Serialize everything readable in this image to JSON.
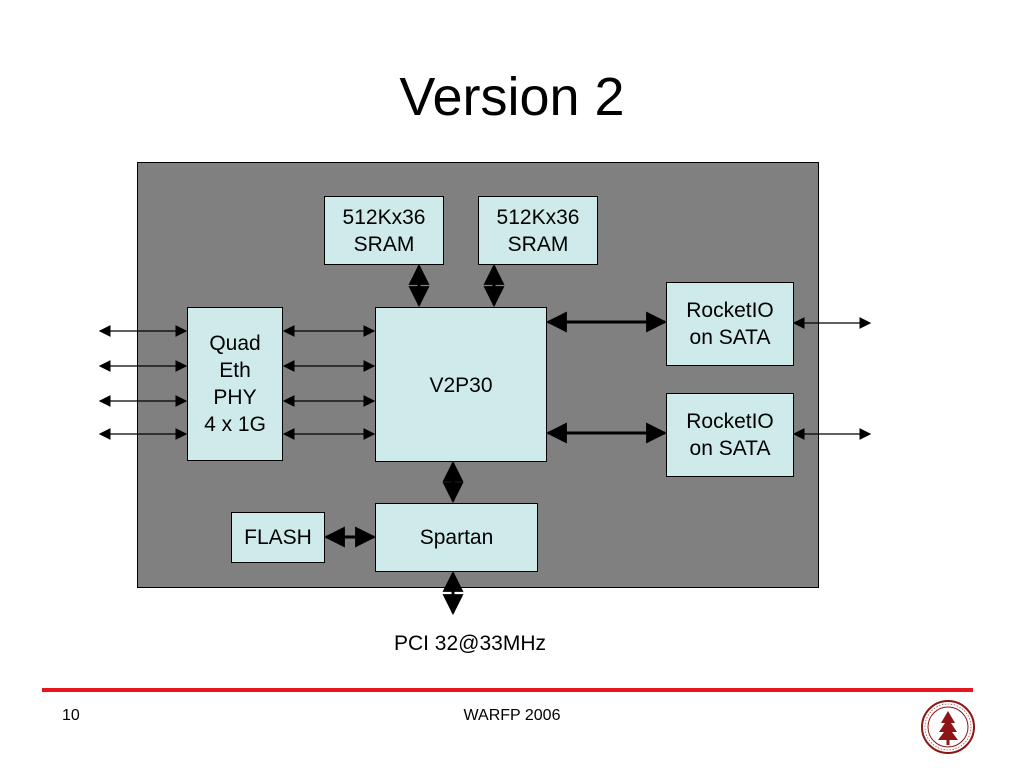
{
  "slide": {
    "title": "Version 2",
    "page_number": "10",
    "footer": "WARFP 2006"
  },
  "diagram": {
    "sram_1": [
      "512Kx36",
      "SRAM"
    ],
    "sram_2": [
      "512Kx36",
      "SRAM"
    ],
    "quad_eth_phy": [
      "Quad",
      "Eth",
      "PHY",
      "4 x 1G"
    ],
    "fpga": "V2P30",
    "rocketio_1": [
      "RocketIO",
      "on SATA"
    ],
    "rocketio_2": [
      "RocketIO",
      "on SATA"
    ],
    "flash": "FLASH",
    "spartan": "Spartan",
    "pci_label": "PCI 32@33MHz"
  },
  "logo": {
    "name": "stanford-seal-icon",
    "color": "#8c1515"
  }
}
